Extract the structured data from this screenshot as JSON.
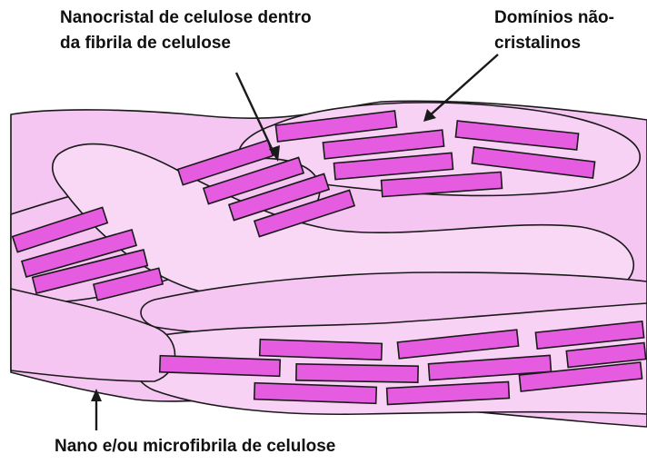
{
  "labels": {
    "nanocrystal": [
      "Nanocristal de celulose dentro",
      "da fibrila de celulose"
    ],
    "non_crystalline": [
      "Domínios não-",
      "cristalinos"
    ],
    "fibril": "Nano e/ou microfibrila de celulose"
  },
  "colors": {
    "fibril_fill": "#f6c6f3",
    "fibril_fill_light": "#f9d8f6",
    "crystal_fill": "#e65ce0",
    "outline": "#1a1a1a",
    "text": "#111111"
  }
}
